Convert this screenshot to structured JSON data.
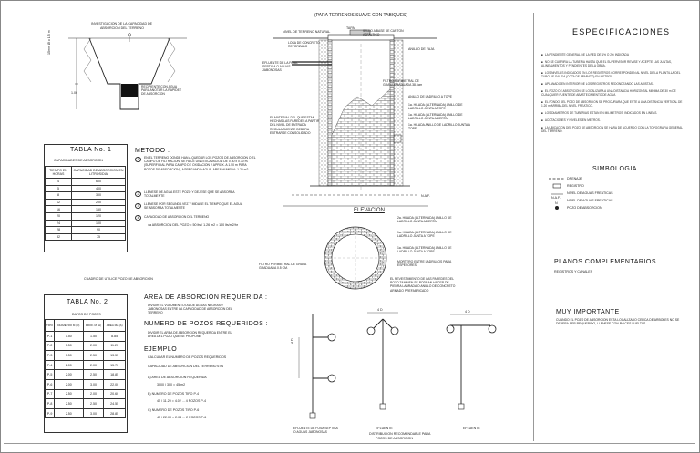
{
  "section_title": "(PARA TERRENOS SUAVE CON TABIQUES)",
  "left_top": {
    "title_line1": "INVESTIGACION DE LA CAPACIDAD DE",
    "title_line2": "ABSORCION DEL TERRENO",
    "dim_vertical": "15mm Ø o 1.5 m",
    "dim_small": "1.00",
    "note": "RECIPIENTE CON AGUA PARA ANOTAR LA RAPIDEZ DE ABSORCION"
  },
  "table1": {
    "title": "TABLA No. 1",
    "subtitle": "CAPACIDADES DE ABSORCION",
    "col1": "TIEMPO EN HORAS",
    "col2": "CAPACIDAD DE ABSORCION EN LITROS/DIA",
    "rows": [
      [
        "4",
        "600"
      ],
      [
        "5",
        "400"
      ],
      [
        "8",
        "300"
      ],
      [
        "12",
        "200"
      ],
      [
        "16",
        "150"
      ],
      [
        "20",
        "120"
      ],
      [
        "24",
        "100"
      ],
      [
        "28",
        "90"
      ],
      [
        "32",
        "75"
      ]
    ]
  },
  "metodo": {
    "title": "METODO :",
    "s1": "EN EL TERRENO DONDE HAN A QUEDAR LOS POZOS DE ABSORCION O EL CAMPO DE FILTRACION, SE HACE UNA EXCAVACION DE 0.30 x 0.30 m. (SUPERFICIAL PARA CAMPO DE OXIDACION Y APROX. A 1.50 m PARA POZOS DE ABSORCION), AGREGANDO AGUA. AREA HUMEDA: 1.26 m2",
    "s2": "LLENESE DE AGUA ESTE POZO Y DEJESE QUE SE ABSORBA TOTALMENTE",
    "s3": "LLENESE POR SEGUNDA VEZ Y MIDASE EL TIEMPO QUE EL AGUA SE ABSORBA TOTALMENTE",
    "s4": "CAPACIDAD DE ABSORCION DEL TERRENO",
    "formula": "4a ABSORCION DEL POZO = 50 lts / 1.26 m2 = 100 lts/m2/hr",
    "n1": "1",
    "n2": "2",
    "n3": "3",
    "n4": "4"
  },
  "calc_caption": "CUADRO DE UTILICE POZO DE ABSORCION",
  "table2": {
    "title": "TABLA No. 2",
    "subtitle": "DATOS DE POZOS",
    "headers": [
      "TIPO",
      "DIAMETRO M (D)",
      "PROF. M (H)",
      "AREA M2 (A)"
    ],
    "rows": [
      [
        "P-1",
        "1.50",
        "1.50",
        "8.85"
      ],
      [
        "P-2",
        "1.50",
        "2.00",
        "11.20"
      ],
      [
        "P-3",
        "1.50",
        "2.50",
        "13.55"
      ],
      [
        "P-4",
        "2.00",
        "2.00",
        "15.70"
      ],
      [
        "P-5",
        "2.00",
        "2.50",
        "18.85"
      ],
      [
        "P-6",
        "2.00",
        "3.00",
        "22.00"
      ],
      [
        "P-7",
        "2.50",
        "2.00",
        "20.60"
      ],
      [
        "P-8",
        "2.50",
        "2.50",
        "24.55"
      ],
      [
        "P-9",
        "2.50",
        "3.00",
        "28.85"
      ]
    ]
  },
  "area": {
    "title": "AREA DE ABSORCION REQUERIDA :",
    "text": "DIVIDIR EL VOLUMEN TOTAL DE AGUAS NEGRAS Y JABONOSAS ENTRE LA CAPACIDAD DE ABSORCION DEL TERRENO"
  },
  "numero": {
    "title": "NUMERO DE POZOS REQUERIDOS :",
    "text": "DIVIDIR EL AREA DE ABSORCION REQUERIDA ENTRE EL AREA DEL POZO QUE SE PROPONE"
  },
  "ejemplo": {
    "title": "EJEMPLO :",
    "l1": "CALCULAR EL NUMERO DE POZOS REQUERIDOS",
    "l2": "CAPACIDAD DE ABSORCION DEL TERRENO 6 lts",
    "l3": "A) AREA DE ABSORCION REQUERIDA",
    "l4": "3000 / 300 = 45 m2",
    "l5": "B) NUMERO DE POZOS TIPO P-4",
    "l6": "45 / 11.20 = 4.02 ... 4 POZOS P-4",
    "l7": "C) NUMERO DE POZOS TIPO P-6",
    "l8": "45 / 22.00 = 2.04 ... 2 POZOS P-6"
  },
  "elevacion": {
    "title": "ELEVACION",
    "nivel": "NIVEL DE TERRENO NATURAL",
    "tapa": "TAPA",
    "sello": "SELLO A BASE DE CARTON ASFALTICO",
    "losa": "LOSA DE CONCRETO REFORZADO",
    "anillo": "ANILLO DE FAJA",
    "efluente": "EFLUENTE DE LA FOSA SEPTICA O AGUAS JABONOSAS",
    "filtro": "FILTRO PERIMETRAL DE GRAVA GRADUADA 38.5cm",
    "c1": "ANILLO DE LADRILLO A TOPE",
    "c2": "1a. HILADA (ALTERNADA) ANILLO DE LADRILLO JUNTA A TOPE",
    "c3": "1a. HILADA (ALTERNADA) ANILLO DE LADRILLO JUNTA ABIERTA",
    "c4": "1a. HILADA ANILLO DE LADRILLO JUNTA A TOPE",
    "material": "EL MATERIAL DEL QUE ESTAN HECHAS LAS PAREDES A PARTIR DEL NIVEL DE ENTRADA REGULARMENTE DEBERA ENTRARSE CONSOLIDADO",
    "naf": "N.A.F."
  },
  "plan": {
    "c1": "2a. HILADA (ALTERNADA) ANILLO DE LADRILLO JUNTA ABIERTA",
    "c2": "1a. HILADA (ALTERNADA) ANILLO DE LADRILLO JUNTA A TOPE",
    "c3": "1a. HILADA (ALTERNADA) ANILLO DE LADRILLO JUNTA A TOPE",
    "c4": "MORTERO ENTRE LADRILLOS PARA ESPESORES",
    "filtro": "FILTRO PERIMETRAL DE GRAVA GRADUADA 0.5 CM.",
    "note": "EL REVESTIMIENTO DE LAS PAREDES DEL POZO TAMBIEN SE PODRAN HACER DE PIEDRA LABRADA O ANILLO DE CONCRETO ARMADO PREFABRICADO"
  },
  "dist": {
    "title1": "DISTRIBUCION RECOMENDABLE PARA",
    "title2": "POZOS DE ABSORCION",
    "cap1": "EFLUENTE DE FOSA SEPTICA O AGUAS JABONOSAS",
    "cap2": "EFLUENTE",
    "cap3": "EFLUENTE",
    "d1": "4 D",
    "d2": "4 D",
    "d3": "4 D"
  },
  "espec": {
    "title": "ESPECIFICACIONES",
    "items": [
      "LA PENDIENTE GENERAL DE LA RED DE 1% O 2% INDICADA",
      "NO SE CUBRIRA LA TUBERIA HASTA QUE EL SUPERVISOR REVISE Y ACEPTE LAS JUNTAS, ALINEAMIENTOS Y PENDIENTES DE LA OBRA.",
      "LOS NIVELES INDICADOS EN LOS REGISTROS CORRESPONDEN AL NIVEL DE LA PLANTILLA DEL TUBO DE SALIDA (COTA DE APARATO) EN METROS.",
      "APLANADO EN INTERIOR DE LOS REGISTROS REDONDEANDO LAS ARISTAS.",
      "EL POZO DE ABSORCION SE LOCALIZARA A UNA DISTANCIA HORIZONTAL MINIMA DE 30 m DE CUALQUIER FUENTE DE ABASTECIMIENTO DE AGUA",
      "EL FONDO DEL POZO DE ABSORCION SE PROCURARA QUE ESTE A UNA DISTANCIA VERTICAL DE 1.20 m ARRIBA DEL NIVEL FREATICO.",
      "LOS DIAMETROS DE TUBERIAS ESTAN EN MILIMETROS, INDICADOS EN LINEAS.",
      "ACOTACIONES Y NIVELES EN METROS.",
      "LA UBICACION DEL POZO DE ABSORCION SE HARA DE ACUERDO CON LA TOPOGRAFIA GENERAL DEL TERRENO."
    ]
  },
  "simbologia": {
    "title": "SIMBOLOGIA",
    "items": [
      "DRENAJE",
      "REGISTRO",
      "NIVEL DE AGUAS FREATICAS",
      "NIVEL DE AGUAS FREATICAS",
      "POZO DE ABSORCION"
    ],
    "naf": "N.A.F.",
    "naf2": "N"
  },
  "planos": {
    "title": "PLANOS COMPLEMENTARIOS",
    "text": "REGISTROS Y CANALES"
  },
  "importante": {
    "title": "MUY IMPORTANTE",
    "text": "CUANDO EL POZO DE ABSORCION ESTA LOCALIZADO CERCA DE ARBOLES NO SE DEBERA SER REQUERIDO, LLENESE CON RAICES SUELTAS."
  }
}
